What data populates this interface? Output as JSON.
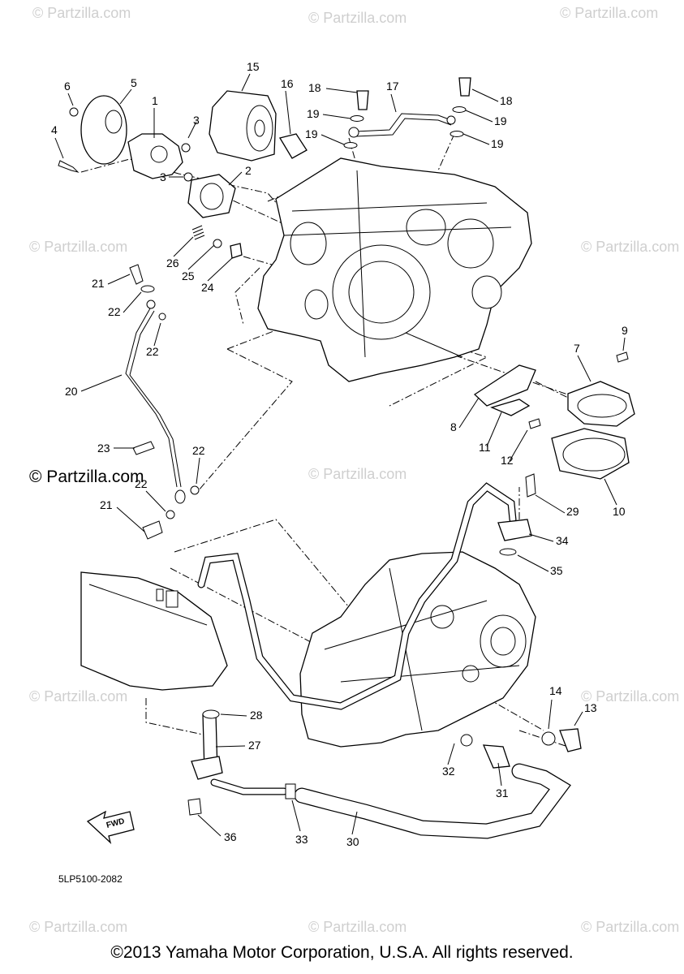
{
  "watermark": "© Partzilla.com",
  "watermark_prominent": "© Partzilla.com",
  "diagram_code": "5LP5100-2082",
  "fwd_label": "FWD",
  "copyright": "©2013 Yamaha Motor Corporation, U.S.A. All rights reserved.",
  "callouts": [
    "1",
    "2",
    "3",
    "3",
    "4",
    "5",
    "6",
    "7",
    "8",
    "9",
    "10",
    "11",
    "12",
    "13",
    "14",
    "15",
    "16",
    "17",
    "18",
    "18",
    "19",
    "19",
    "19",
    "19",
    "20",
    "21",
    "21",
    "22",
    "22",
    "22",
    "22",
    "22",
    "23",
    "24",
    "25",
    "26",
    "27",
    "28",
    "29",
    "30",
    "31",
    "32",
    "33",
    "34",
    "35",
    "36"
  ]
}
